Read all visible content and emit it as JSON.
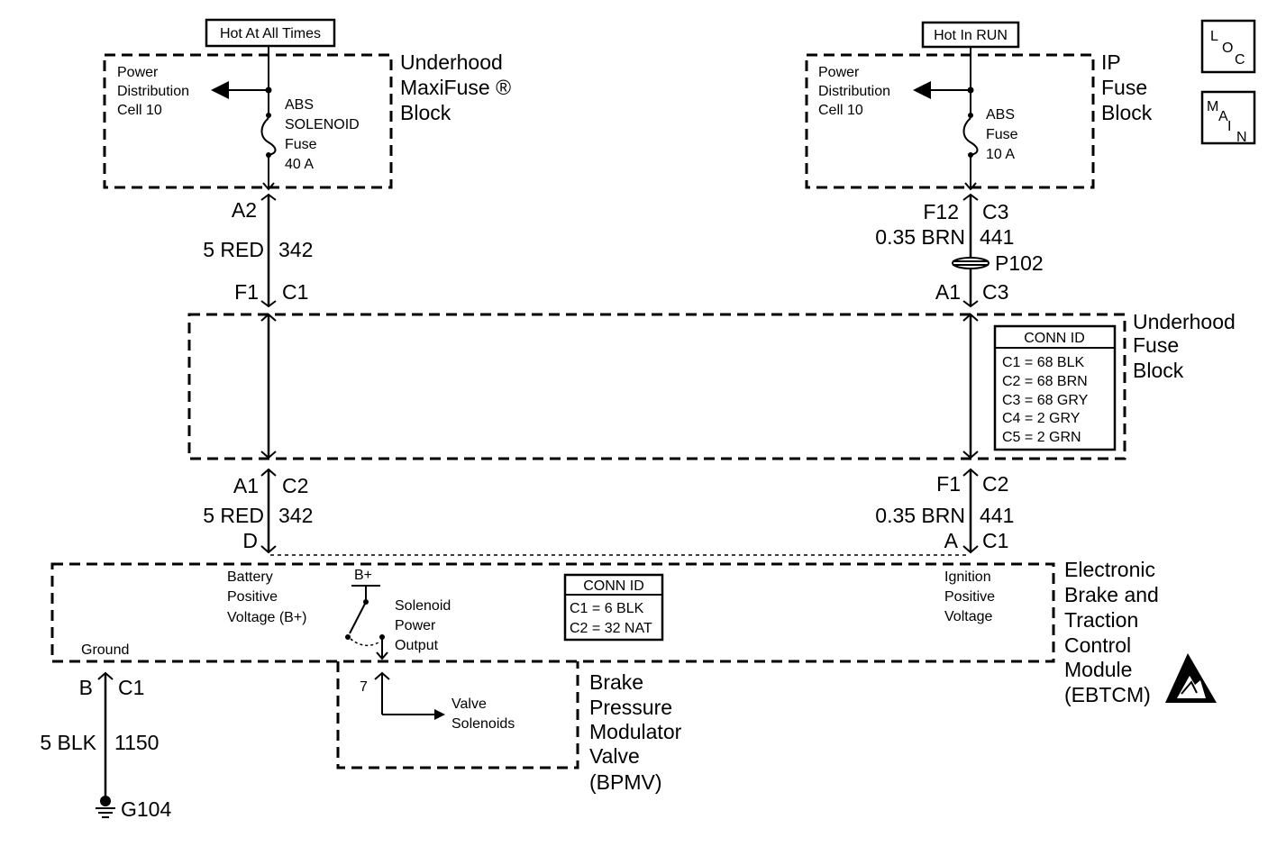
{
  "top_labels": {
    "hot_at_all_times": "Hot At All Times",
    "hot_in_run": "Hot In RUN"
  },
  "nav_buttons": {
    "loc": [
      "L",
      "O",
      "C"
    ],
    "main": [
      "M",
      "A",
      "I",
      "N"
    ]
  },
  "maxifuse_block": {
    "title": [
      "Underhood",
      "MaxiFuse ®",
      "Block"
    ],
    "power_dist": [
      "Power",
      "Distribution",
      "Cell 10"
    ],
    "fuse": [
      "ABS",
      "SOLENOID",
      "Fuse",
      "40 A"
    ]
  },
  "ip_fuse_block": {
    "title": [
      "IP",
      "Fuse",
      "Block"
    ],
    "power_dist": [
      "Power",
      "Distribution",
      "Cell 10"
    ],
    "fuse": [
      "ABS",
      "Fuse",
      "10 A"
    ]
  },
  "left_wire": {
    "top_pin": "A2",
    "top_color": "5 RED",
    "top_circuit": "342",
    "mid_pin": "F1",
    "mid_conn": "C1",
    "bottom_pin": "A1",
    "bottom_conn": "C2",
    "bottom_color": "5 RED",
    "bottom_circuit": "342",
    "ebtcm_pin": "D"
  },
  "right_wire": {
    "top_pin": "F12",
    "top_conn": "C3",
    "top_color": "0.35 BRN",
    "top_circuit": "441",
    "splice": "P102",
    "mid_pin": "A1",
    "mid_conn": "C3",
    "bottom_pin": "F1",
    "bottom_conn": "C2",
    "bottom_color": "0.35 BRN",
    "bottom_circuit": "441",
    "ebtcm_pin": "A",
    "ebtcm_conn": "C1"
  },
  "underhood_fuse_block": {
    "title": [
      "Underhood",
      "Fuse",
      "Block"
    ],
    "conn_id_title": "CONN ID",
    "conn_ids": [
      "C1 = 68 BLK",
      "C2 = 68 BRN",
      "C3 = 68 GRY",
      "C4 = 2 GRY",
      "C5 = 2 GRN"
    ]
  },
  "ebtcm": {
    "title": [
      "Electronic",
      "Brake and",
      "Traction",
      "Control",
      "Module",
      "(EBTCM)"
    ],
    "battery_label": [
      "Battery",
      "Positive",
      "Voltage (B+)"
    ],
    "b_plus": "B+",
    "solenoid_label": [
      "Solenoid",
      "Power",
      "Output"
    ],
    "ignition_label": [
      "Ignition",
      "Positive",
      "Voltage"
    ],
    "ground_label": "Ground",
    "conn_id_title": "CONN ID",
    "conn_ids": [
      "C1 = 6 BLK",
      "C2 = 32 NAT"
    ]
  },
  "ground_wire": {
    "pin": "B",
    "conn": "C1",
    "color": "5 BLK",
    "circuit": "1150",
    "ground_id": "G104"
  },
  "bpmv": {
    "title": [
      "Brake",
      "Pressure",
      "Modulator",
      "Valve",
      "(BPMV)"
    ],
    "pin": "7",
    "valve_label": [
      "Valve",
      "Solenoids"
    ]
  }
}
